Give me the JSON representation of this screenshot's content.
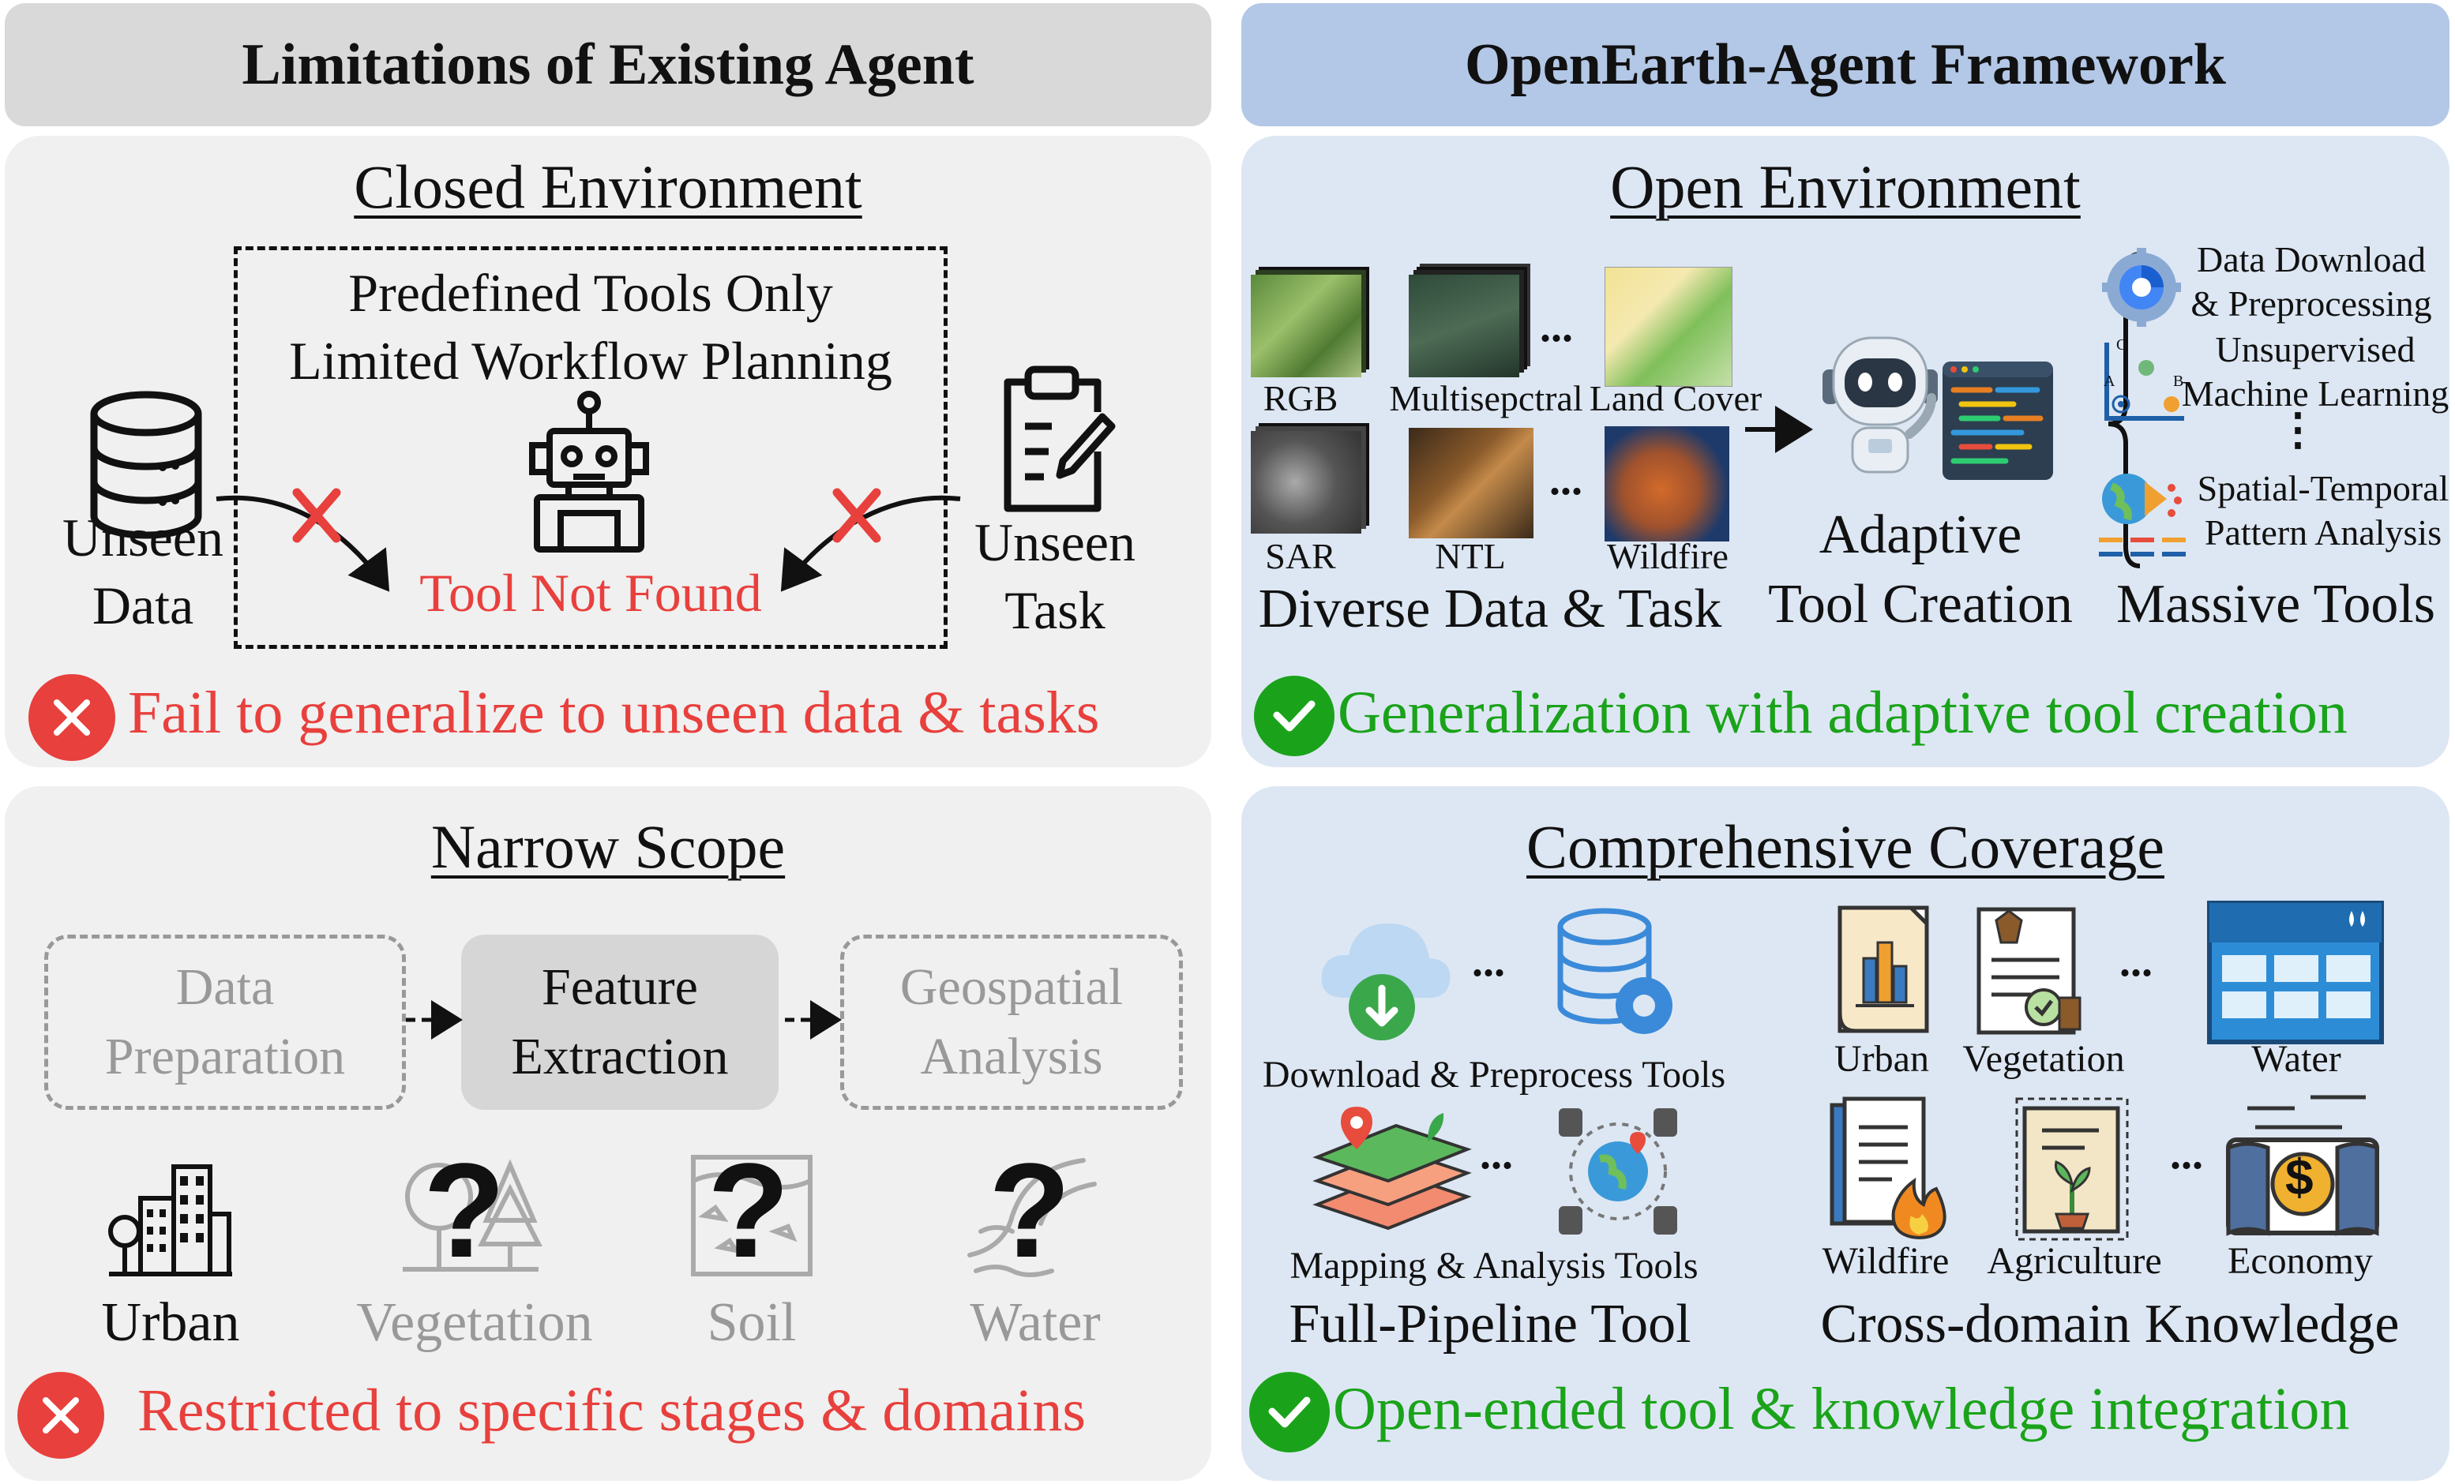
{
  "headers": {
    "left": "Limitations of Existing Agent",
    "right": "OpenEarth-Agent Framework"
  },
  "closed_env": {
    "title": "Closed Environment",
    "box_line1": "Predefined Tools Only",
    "box_line2": "Limited Workflow Planning",
    "unseen_data_1": "Unseen",
    "unseen_data_2": "Data",
    "unseen_task_1": "Unseen",
    "unseen_task_2": "Task",
    "not_found": "Tool Not Found",
    "verdict": "Fail to generalize to unseen data & tasks"
  },
  "narrow_scope": {
    "title": "Narrow Scope",
    "stage1_1": "Data",
    "stage1_2": "Preparation",
    "stage2_1": "Feature",
    "stage2_2": "Extraction",
    "stage3_1": "Geospatial",
    "stage3_2": "Analysis",
    "domains": [
      "Urban",
      "Vegetation",
      "Soil",
      "Water"
    ],
    "unknown_mark": "?",
    "verdict": "Restricted to specific stages & domains"
  },
  "open_env": {
    "title": "Open Environment",
    "data": [
      "RGB",
      "Multisepctral",
      "Land Cover",
      "SAR",
      "NTL",
      "Wildfire"
    ],
    "ellipsis": "...",
    "vdots": "⋮",
    "diverse_label": "Diverse Data & Task",
    "adaptive_1": "Adaptive",
    "adaptive_2": "Tool Creation",
    "massive_label": "Massive Tools",
    "tool1_1": "Data Download",
    "tool1_2": "& Preprocessing",
    "tool2_1": "Unsupervised",
    "tool2_2": "Machine Learning",
    "tool3_1": "Spatial-Temporal",
    "tool3_2": "Pattern Analysis",
    "cluster_a": "A",
    "cluster_b": "B",
    "cluster_c": "C",
    "verdict": "Generalization with adaptive tool creation"
  },
  "coverage": {
    "title": "Comprehensive Coverage",
    "download_tools": "Download & Preprocess Tools",
    "mapping_tools": "Mapping & Analysis Tools",
    "pipeline_label": "Full-Pipeline Tool",
    "domains_top": [
      "Urban",
      "Vegetation",
      "Water"
    ],
    "domains_bottom": [
      "Wildfire",
      "Agriculture",
      "Economy"
    ],
    "cross_label": "Cross-domain Knowledge",
    "dollar": "$",
    "ellipsis": "...",
    "verdict": "Open-ended tool & knowledge integration"
  },
  "colors": {
    "left_header": "#d9d9d9",
    "right_header": "#b3c7e6",
    "left_panel": "#f0f0f0",
    "right_panel": "#dde7f3",
    "fail_red": "#e8403d",
    "ok_green": "#1aa31a"
  }
}
